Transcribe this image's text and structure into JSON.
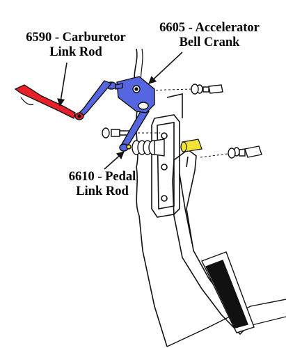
{
  "labels": {
    "carburetor_link_rod": {
      "line1": "6590 - Carburetor",
      "line2": "Link Rod"
    },
    "accelerator_bell_crank": {
      "line1": "6605 - Accelerator",
      "line2": "Bell Crank"
    },
    "pedal_link_rod": {
      "line1": "6610 - Pedal",
      "line2": "Link Rod"
    }
  },
  "colors": {
    "carburetor_link_rod": "#e8202a",
    "accelerator_bell_crank": "#5566e0",
    "pedal_link_rod": "#5566e0",
    "bushing_highlight": "#f2e233",
    "line_art": "#111111"
  },
  "icons": [
    "leader-arrow",
    "bolt",
    "nut",
    "washer",
    "spring",
    "pedal-arm",
    "firewall-bracket"
  ]
}
